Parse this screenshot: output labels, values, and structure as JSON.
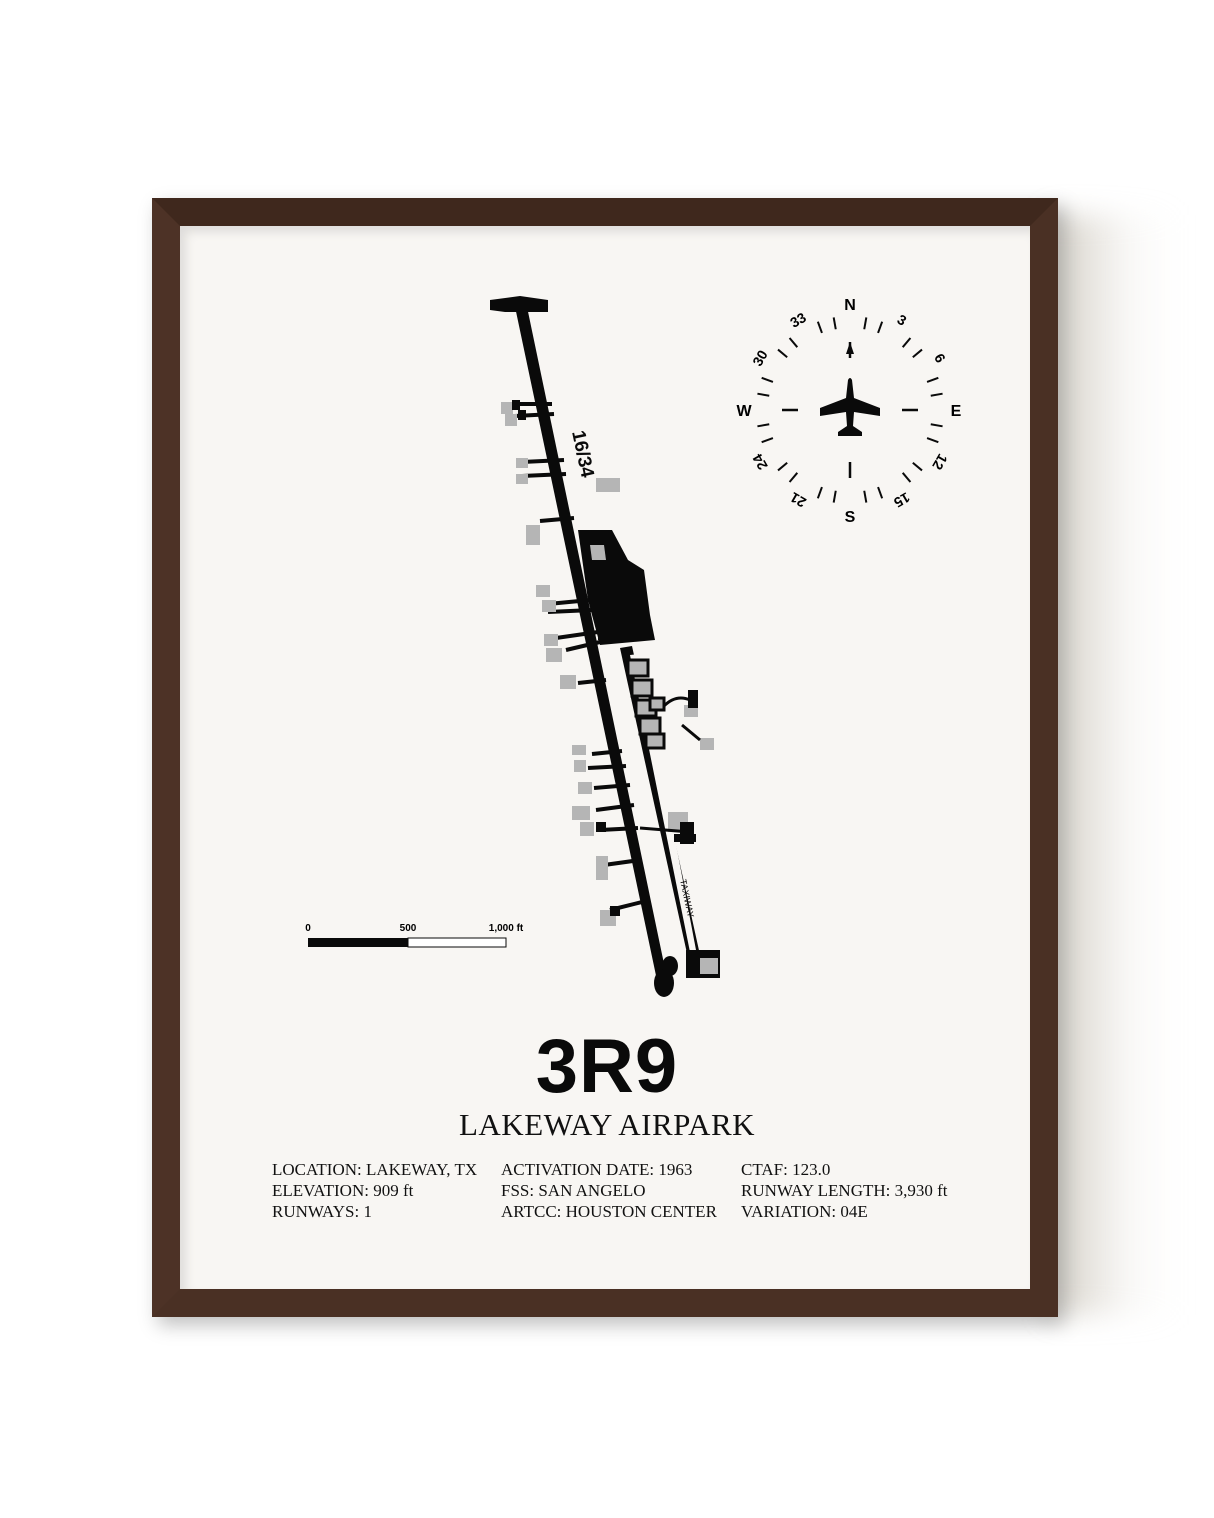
{
  "airport": {
    "code": "3R9",
    "name": "LAKEWAY AIRPARK",
    "runway_label": "16/34",
    "taxiway_label": "TAXIWAY"
  },
  "compass": {
    "N": "N",
    "E": "E",
    "S": "S",
    "W": "W",
    "degrees": [
      "3",
      "6",
      "12",
      "15",
      "21",
      "24",
      "30",
      "33"
    ]
  },
  "scale": {
    "labels": [
      "0",
      "500",
      "1,000 ft"
    ]
  },
  "info": {
    "col1": [
      "LOCATION: LAKEWAY, TX",
      "ELEVATION: 909 ft",
      "RUNWAYS: 1"
    ],
    "col2": [
      "ACTIVATION DATE: 1963",
      "FSS: SAN ANGELO",
      "ARTCC: HOUSTON CENTER"
    ],
    "col3": [
      "CTAF: 123.0",
      "RUNWAY LENGTH: 3,930 ft",
      "VARIATION: 04E"
    ]
  },
  "colors": {
    "frame": "#4a3024",
    "paper": "#f8f6f3",
    "ink": "#0a0a0a",
    "building": "#b5b5b5"
  }
}
